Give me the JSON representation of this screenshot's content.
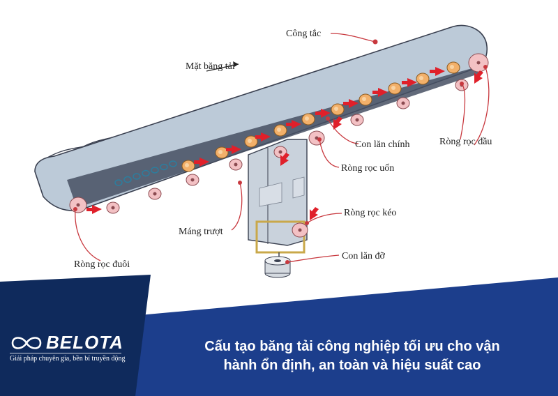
{
  "diagram": {
    "labels": {
      "switch": "Công tắc",
      "belt_surface": "Mặt băng tải",
      "head_pulley": "Ròng rọc đầu",
      "main_roller": "Con lăn chính",
      "bend_pulley": "Ròng rọc uốn",
      "take_up_pulley": "Ròng rọc kéo",
      "slide_tray": "Máng trượt",
      "tail_pulley": "Ròng rọc đuôi",
      "support_roller": "Con lăn đỡ"
    },
    "colors": {
      "belt": "#bccad8",
      "belt_edge": "#3a4050",
      "roller": "#f2b06a",
      "pulley": "#f3c1c4",
      "arrow": "#e0202a",
      "leader": "#c8383e",
      "frame": "#c9a84a"
    }
  },
  "banner": {
    "brand_name": "BELOTA",
    "brand_tagline": "Giải pháp chuyên gia, bền bỉ truyền động",
    "headline_line1": "Cấu tạo băng tải công nghiệp tối ưu cho vận",
    "headline_line2": "hành ổn định, an toàn và hiệu suất cao",
    "colors": {
      "dark_navy": "#0f2a5c",
      "blue": "#1c3e8c"
    },
    "logo_icon": "infinity-icon"
  }
}
